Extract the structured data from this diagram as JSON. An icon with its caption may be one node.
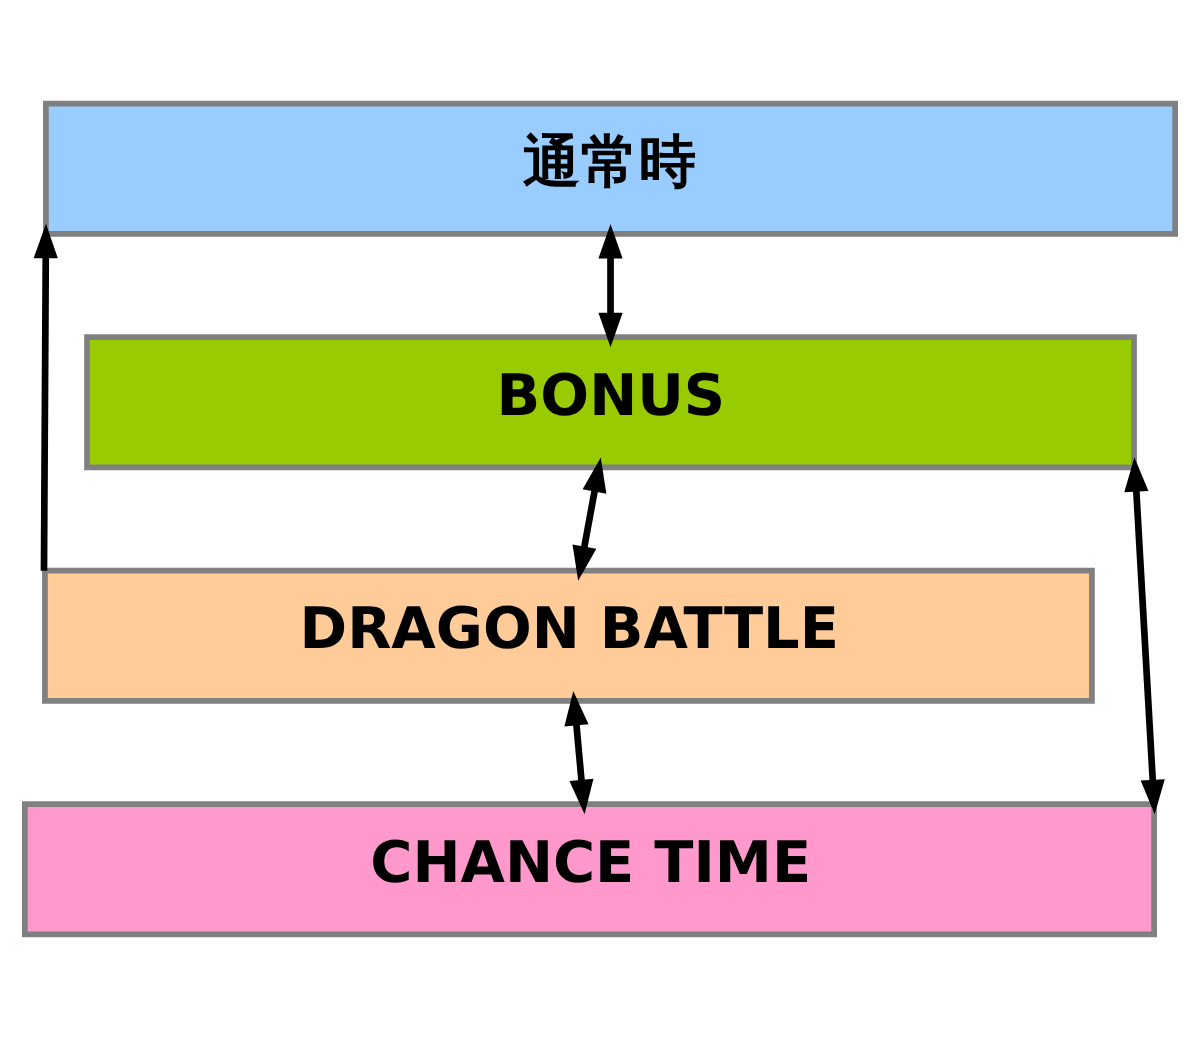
{
  "diagram": {
    "nodes": [
      {
        "text": [
          "通常時"
        ]
      },
      {
        "text": [
          "BONUS"
        ]
      },
      {
        "text": [
          "DRAGON BATTLE"
        ]
      },
      {
        "text": [
          "CHANCE TIME"
        ]
      }
    ],
    "edges": [
      {
        "from": 0,
        "to": 1,
        "arrow": "both"
      },
      {
        "from": 1,
        "to": 2,
        "arrow": "both"
      },
      {
        "from": 2,
        "to": 3,
        "arrow": "both"
      },
      {
        "from": 1,
        "to": 3,
        "arrow": "both"
      },
      {
        "from": 2,
        "to": 0,
        "arrow": "to"
      }
    ]
  }
}
